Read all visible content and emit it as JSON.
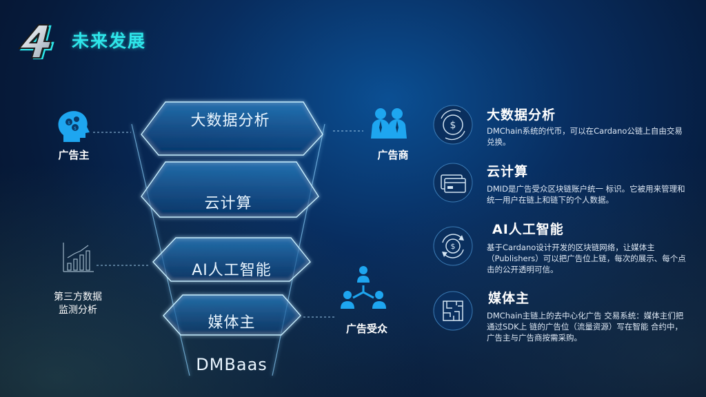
{
  "header": {
    "number": "4",
    "title": "未来发展"
  },
  "funnel": {
    "layers": [
      {
        "label": "大数据分析"
      },
      {
        "label": "云计算"
      },
      {
        "label": "AI人工智能"
      },
      {
        "label": "媒体主"
      },
      {
        "label": "DMBaas"
      }
    ]
  },
  "side": {
    "advertiser": "广告主",
    "agency": "广告商",
    "third_party_line1": "第三方数据",
    "third_party_line2": "监测分析",
    "audience": "广告受众"
  },
  "features": [
    {
      "title": "大数据分析",
      "desc": "DMChain系统的代币，可以在Cardano公链上自由交易兑换。",
      "icon": "coin-cycle-icon"
    },
    {
      "title": "云计算",
      "desc": "DMID是广告受众区块链账户统一 标识。它被用来管理和统一用户在链上和链下的个人数据。",
      "icon": "card-icon"
    },
    {
      "title": "AI人工智能",
      "desc": "基于Cardano设计开发的区块链网络，让媒体主（Publishers）可以把广告位上链，每次的展示、每个点击的公开透明可信。",
      "icon": "refresh-coin-icon"
    },
    {
      "title": "媒体主",
      "desc": "DMChain主链上的去中心化广告 交易系统：媒体主们把通过SDK上 链的广告位（流量资源）写在智能 合约中，广告主与广告商按需采购。",
      "icon": "maze-chip-icon"
    }
  ],
  "colors": {
    "accent": "#2ee6ea",
    "icon_blue": "#1ea6f0"
  }
}
